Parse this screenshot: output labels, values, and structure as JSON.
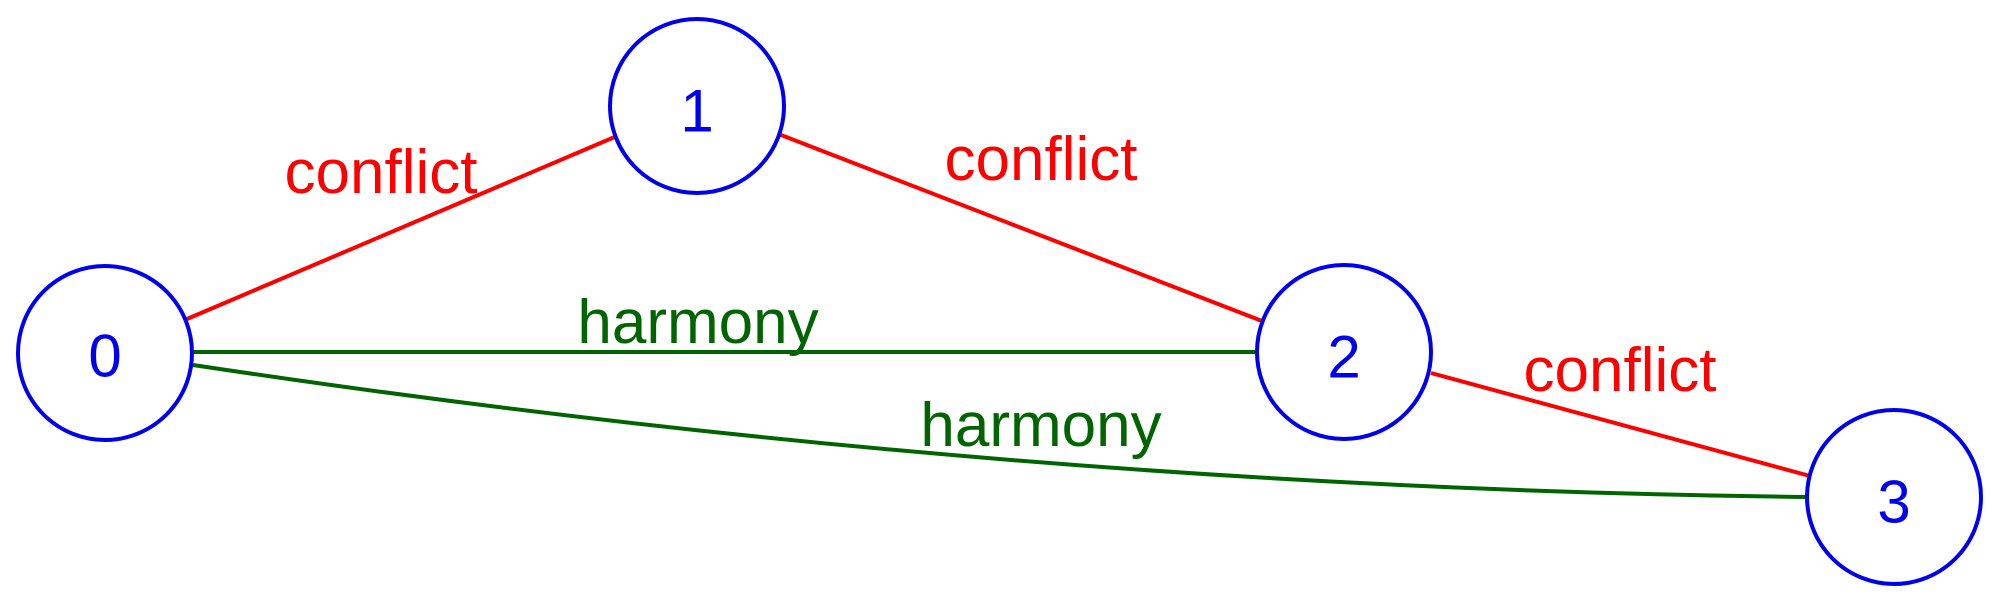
{
  "colors": {
    "node": "#0000ee",
    "conflict": "#ff0000",
    "harmony": "#006400"
  },
  "nodes": [
    {
      "id": "0",
      "label": "0"
    },
    {
      "id": "1",
      "label": "1"
    },
    {
      "id": "2",
      "label": "2"
    },
    {
      "id": "3",
      "label": "3"
    }
  ],
  "edges": [
    {
      "from": "0",
      "to": "1",
      "label": "conflict",
      "type": "conflict"
    },
    {
      "from": "1",
      "to": "2",
      "label": "conflict",
      "type": "conflict"
    },
    {
      "from": "2",
      "to": "3",
      "label": "conflict",
      "type": "conflict"
    },
    {
      "from": "0",
      "to": "2",
      "label": "harmony",
      "type": "harmony"
    },
    {
      "from": "0",
      "to": "3",
      "label": "harmony",
      "type": "harmony"
    }
  ]
}
